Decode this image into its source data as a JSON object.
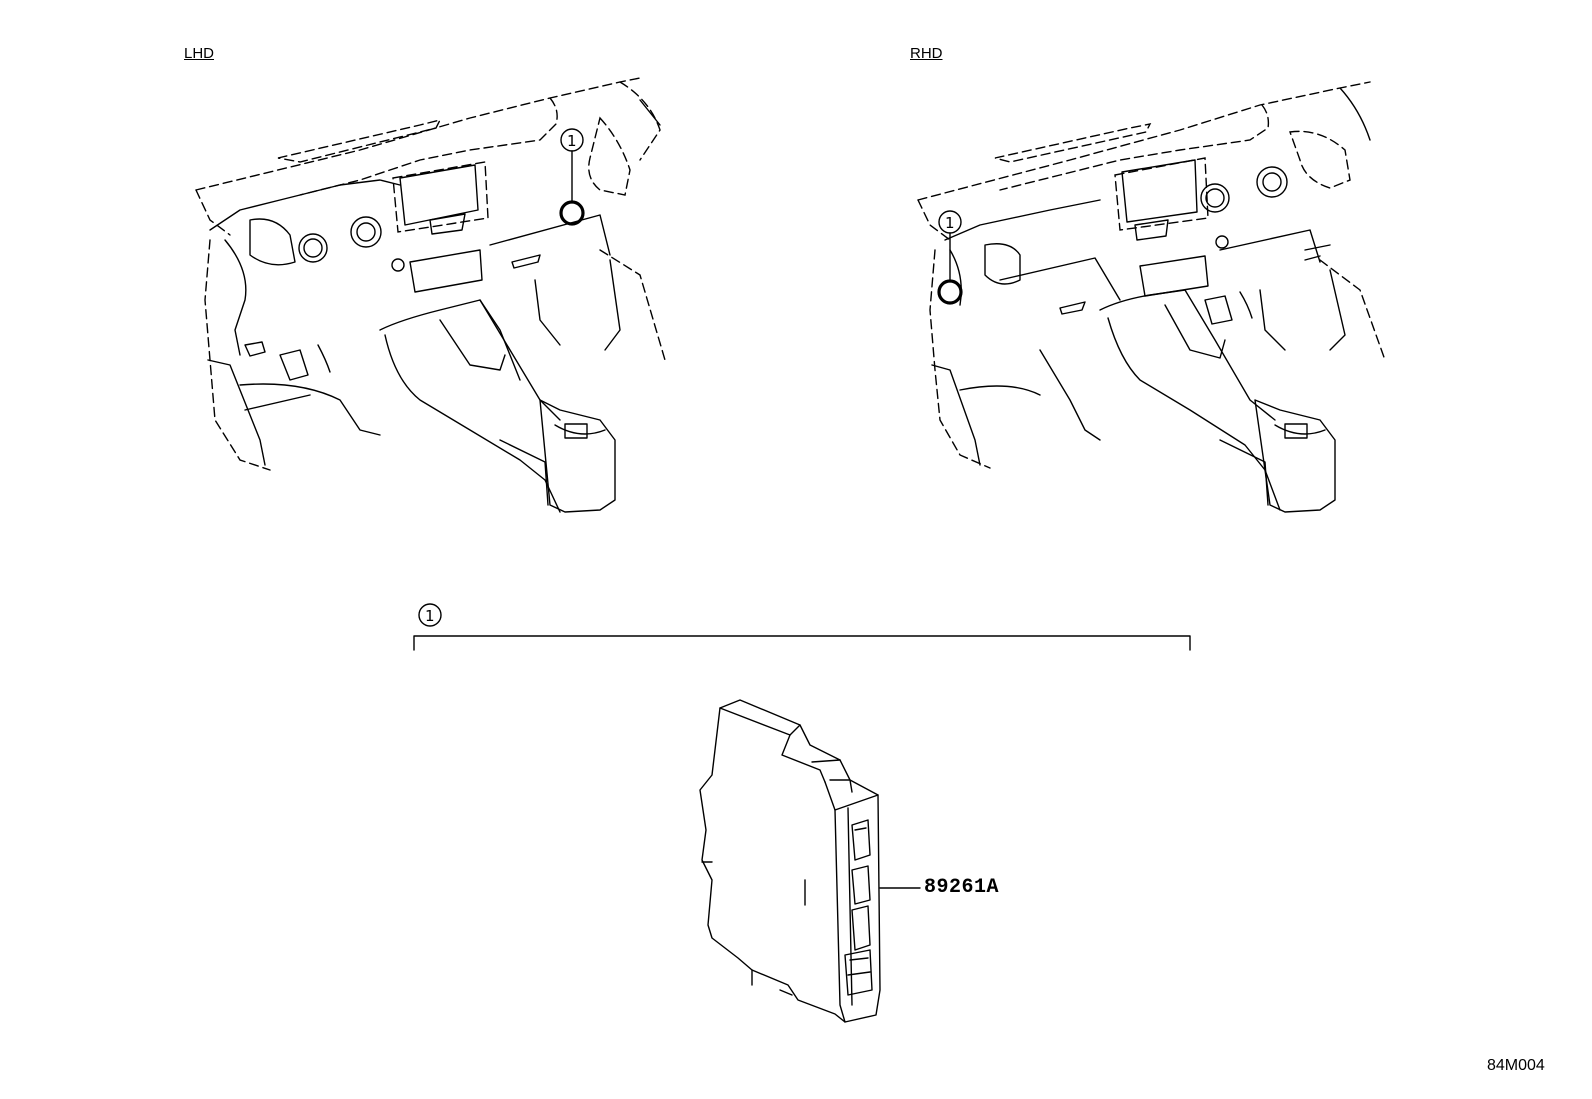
{
  "views": {
    "lhd_label": "LHD",
    "rhd_label": "RHD"
  },
  "callout": {
    "number": "1"
  },
  "part": {
    "number": "89261A"
  },
  "drawing_code": "84M004"
}
